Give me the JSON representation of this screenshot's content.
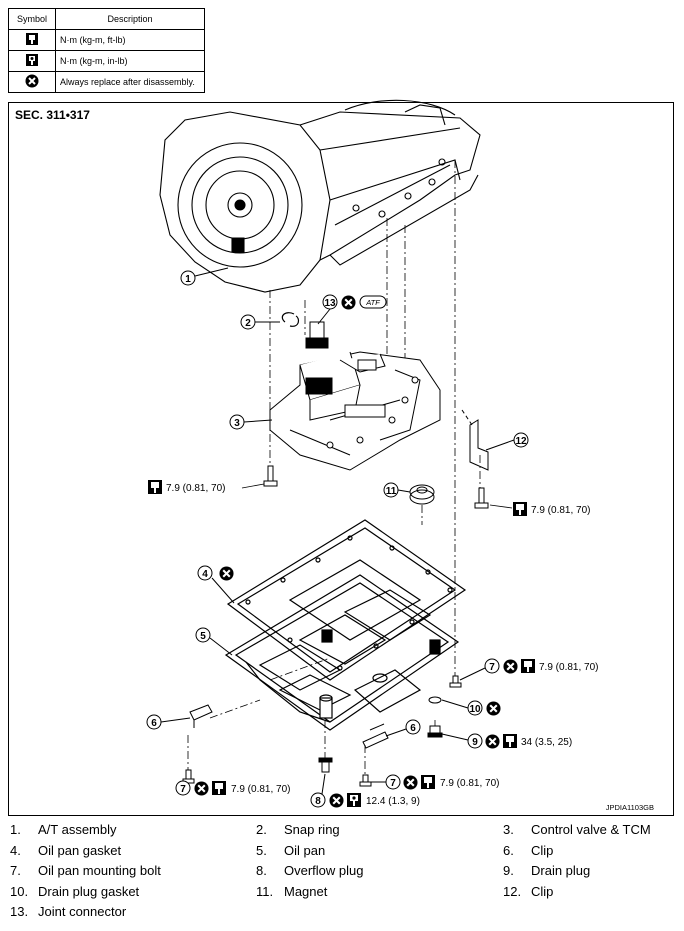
{
  "legend": {
    "header_symbol": "Symbol",
    "header_description": "Description",
    "rows": [
      {
        "icon": "torque-wrench-icon",
        "description": "N·m (kg-m, ft-lb)"
      },
      {
        "icon": "torque-wrench-small-icon",
        "description": "N·m (kg-m, in-lb)"
      },
      {
        "icon": "replace-x-icon",
        "description": "Always replace after disassembly."
      }
    ]
  },
  "section": "SEC. 311•317",
  "figure_code": "JPDIA1103GB",
  "callouts": {
    "atf": "ATF",
    "torque_left_bolt": "7.9 (0.81, 70)",
    "torque_right_bolt": "7.9 (0.81, 70)",
    "torque_item7_right": "7.9 (0.81, 70)",
    "torque_item9": "34 (3.5, 25)",
    "torque_item7_bottom_mid": "7.9 (0.81, 70)",
    "torque_item7_bottom_left": "7.9 (0.81, 70)",
    "torque_item8": "12.4 (1.3, 9)"
  },
  "parts": [
    {
      "num": "1.",
      "name": "A/T assembly"
    },
    {
      "num": "2.",
      "name": "Snap ring"
    },
    {
      "num": "3.",
      "name": "Control valve & TCM"
    },
    {
      "num": "4.",
      "name": "Oil pan gasket"
    },
    {
      "num": "5.",
      "name": "Oil pan"
    },
    {
      "num": "6.",
      "name": "Clip"
    },
    {
      "num": "7.",
      "name": "Oil pan mounting bolt"
    },
    {
      "num": "8.",
      "name": "Overflow plug"
    },
    {
      "num": "9.",
      "name": "Drain plug"
    },
    {
      "num": "10.",
      "name": "Drain plug gasket"
    },
    {
      "num": "11.",
      "name": "Magnet"
    },
    {
      "num": "12.",
      "name": "Clip"
    },
    {
      "num": "13.",
      "name": "Joint connector"
    }
  ]
}
